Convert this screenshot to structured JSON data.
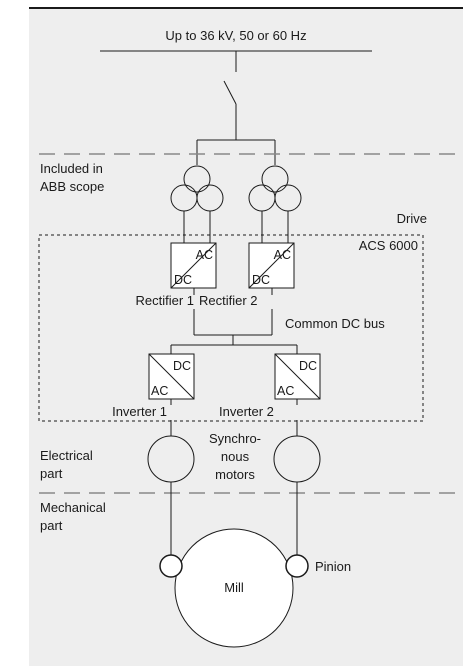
{
  "supply": {
    "label": "Up to 36 kV, 50 or 60 Hz"
  },
  "scope": {
    "line1": "Included in",
    "line2": "ABB scope"
  },
  "drive": {
    "label": "Drive",
    "product": "ACS 6000"
  },
  "rectifiers": [
    {
      "ac": "AC",
      "dc": "DC",
      "label": "Rectifier 1"
    },
    {
      "ac": "AC",
      "dc": "DC",
      "label": "Rectifier 2"
    }
  ],
  "dc_bus": {
    "label": "Common DC bus"
  },
  "inverters": [
    {
      "dc": "DC",
      "ac": "AC",
      "label": "Inverter 1"
    },
    {
      "dc": "DC",
      "ac": "AC",
      "label": "Inverter 2"
    }
  ],
  "motors": {
    "line1": "Synchro-",
    "line2": "nous",
    "line3": "motors"
  },
  "electrical": {
    "line1": "Electrical",
    "line2": "part"
  },
  "mechanical": {
    "line1": "Mechanical",
    "line2": "part"
  },
  "mill": {
    "label": "Mill",
    "pinion_label": "Pinion"
  },
  "colors": {
    "background": "#eeeeee",
    "line": "#1a1a1a",
    "dashed": "#888888",
    "fill": "#ffffff"
  }
}
